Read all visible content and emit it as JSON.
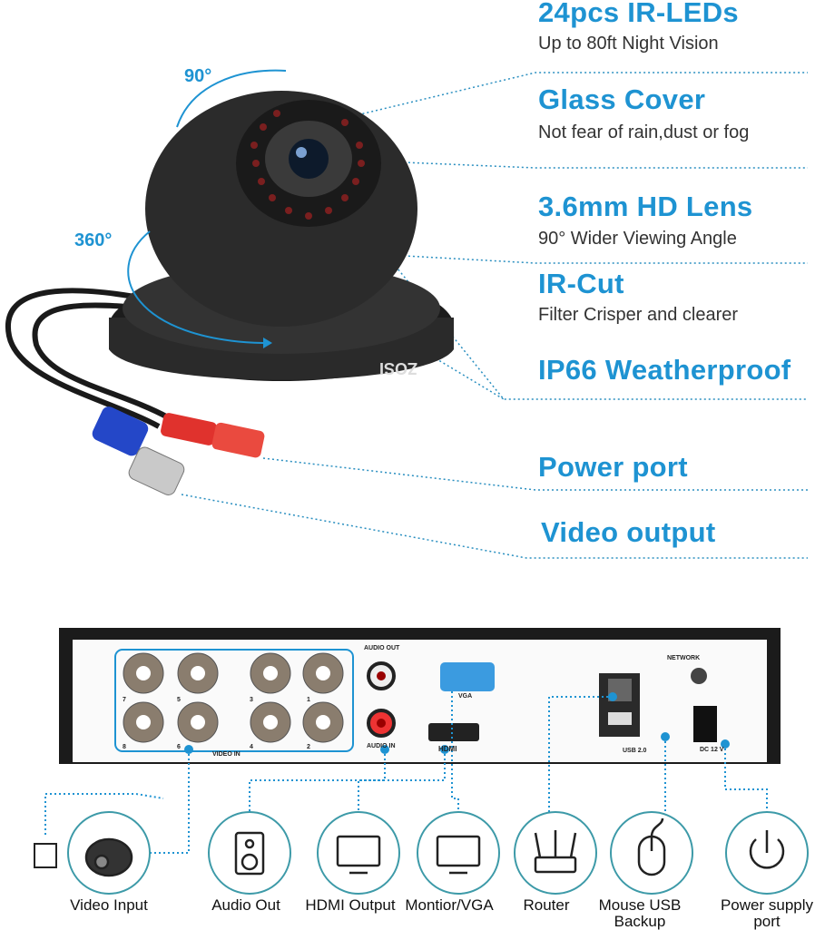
{
  "features": [
    {
      "title": "24pcs IR-LEDs",
      "subtitle": "Up to 80ft Night Vision"
    },
    {
      "title": "Glass Cover",
      "subtitle": "Not fear of rain,dust or fog"
    },
    {
      "title": "3.6mm HD Lens",
      "subtitle": "90° Wider Viewing Angle"
    },
    {
      "title": "IR-Cut",
      "subtitle": "Filter Crisper and clearer"
    },
    {
      "title": "IP66 Weatherproof"
    },
    {
      "title": "Power port"
    },
    {
      "title": "Video output"
    }
  ],
  "angles": {
    "tilt": "90°",
    "pan": "360°"
  },
  "brand": "ZOSI",
  "dvr_ports": {
    "audio_out": "AUDIO OUT",
    "audio_in": "AUDIO IN",
    "vga": "VGA",
    "hdmi": "HDMI",
    "network": "NETWORK",
    "usb": "USB 2.0",
    "dc": "DC 12 V",
    "video_in": "VIDEO IN",
    "channels": [
      "7",
      "5",
      "3",
      "1",
      "8",
      "6",
      "4",
      "2"
    ]
  },
  "connections": [
    {
      "label": "Video Input",
      "icon": "camera-icon"
    },
    {
      "label": "Audio Out",
      "icon": "speaker-icon"
    },
    {
      "label": "HDMI Output",
      "icon": "monitor-icon"
    },
    {
      "label": "Montior/VGA",
      "icon": "monitor-icon"
    },
    {
      "label": "Router",
      "icon": "router-icon"
    },
    {
      "label": "Mouse USB Backup",
      "icon": "mouse-icon"
    },
    {
      "label": "Power supply port",
      "icon": "power-icon"
    }
  ],
  "colors": {
    "accent": "#1e93d2",
    "callout_line": "#2a8fc0",
    "icon_ring": "#3d9aa8"
  }
}
